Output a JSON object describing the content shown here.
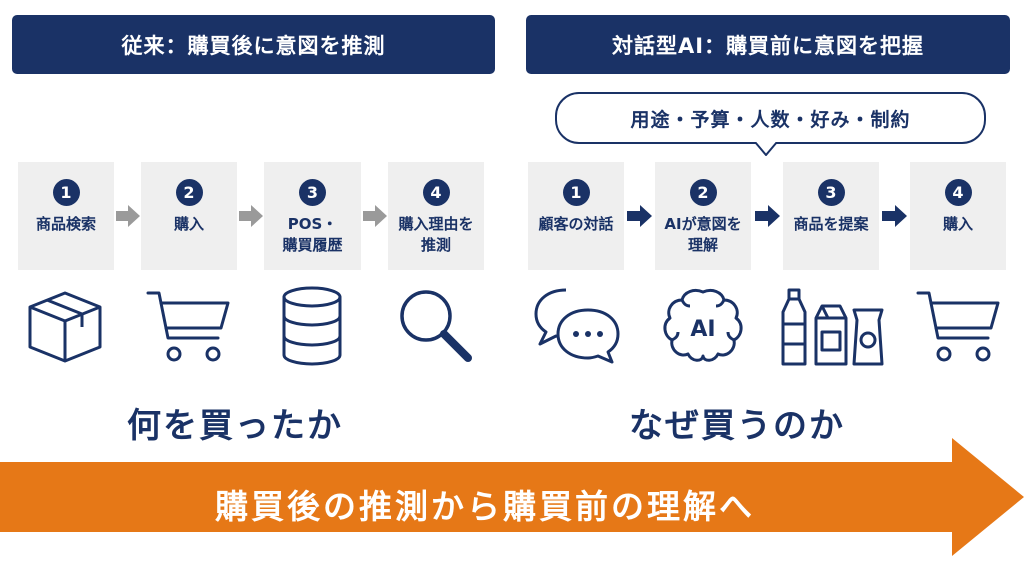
{
  "headers": {
    "left": "従来：購買後に意図を推測",
    "right": "対話型AI：購買前に意図を把握"
  },
  "bubble": "用途・予算・人数・好み・制約",
  "left_steps": [
    {
      "num": "1",
      "label": "商品検索",
      "icon": "box-icon"
    },
    {
      "num": "2",
      "label": "購入",
      "icon": "shopping-cart-icon"
    },
    {
      "num": "3",
      "label": "POS・\n購買履歴",
      "icon": "database-icon"
    },
    {
      "num": "4",
      "label": "購入理由を\n推測",
      "icon": "magnifier-icon"
    }
  ],
  "right_steps": [
    {
      "num": "1",
      "label": "顧客の対話",
      "icon": "chat-bubbles-icon"
    },
    {
      "num": "2",
      "label": "AIが意図を\n理解",
      "icon": "ai-brain-icon"
    },
    {
      "num": "3",
      "label": "商品を提案",
      "icon": "products-icon"
    },
    {
      "num": "4",
      "label": "購入",
      "icon": "shopping-cart-icon"
    }
  ],
  "ai_badge": "AI",
  "captions": {
    "left": "何を買ったか",
    "right": "なぜ買うのか"
  },
  "banner": "購買後の推測から購買前の理解へ",
  "colors": {
    "navy": "#1a3266",
    "orange": "#e67817",
    "step_bg": "#efefef",
    "gray_arrow": "#9a9a9a"
  }
}
